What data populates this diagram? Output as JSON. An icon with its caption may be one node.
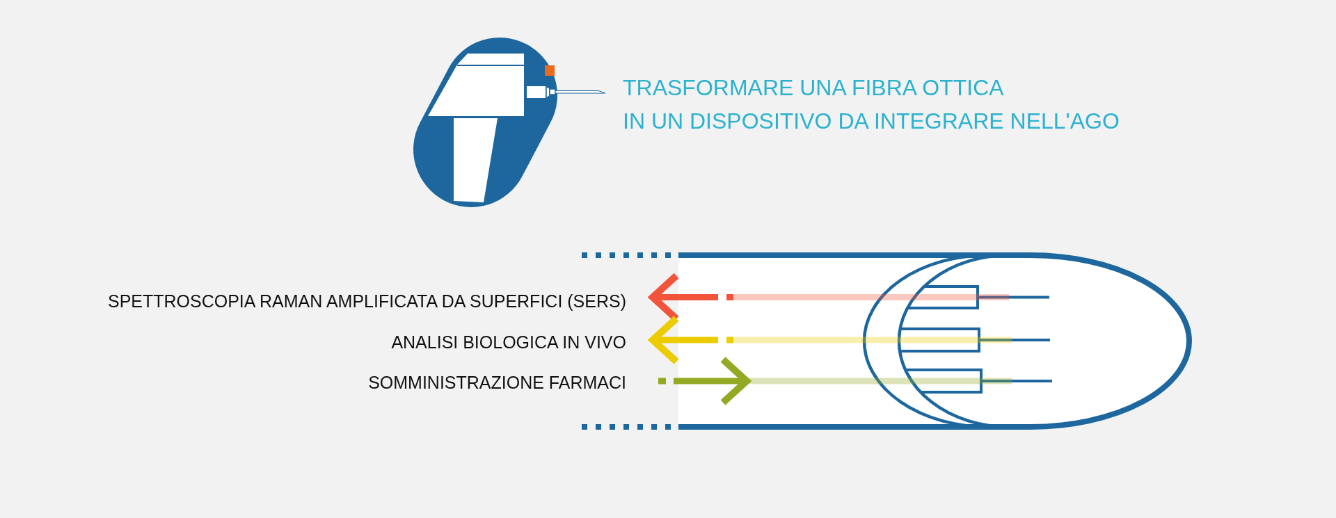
{
  "diagram": {
    "title": "TRASFORMARE UNA FIBRA OTTICA IN UN DISPOSITIVO DA INTEGRARE NELL'AGO",
    "nodes": [
      {
        "text": [
          "SPETTROSCOPIA RAMAN AMPLIFICATA DA SUPERFICI (SERS)"
        ]
      },
      {
        "text": [
          "ANALISI BIOLOGICA IN VIVO"
        ]
      },
      {
        "text": [
          "SOMMINISTRAZIONE FARMACI"
        ]
      },
      {
        "text": [],
        "shape": "picture"
      },
      {
        "text": [],
        "shape": "picture",
        "in": 3
      },
      {
        "text": [],
        "shape": "picture",
        "in": 3
      },
      {
        "text": [],
        "shape": "picture",
        "in": 3
      }
    ],
    "edges": [
      {
        "from": 4,
        "to": 0,
        "arrow": "to",
        "color": "#f2533b"
      },
      {
        "from": 5,
        "to": 1,
        "arrow": "to",
        "color": "#eccc00"
      },
      {
        "from": 2,
        "to": 6,
        "arrow": "to",
        "color": "#93a923"
      }
    ]
  }
}
